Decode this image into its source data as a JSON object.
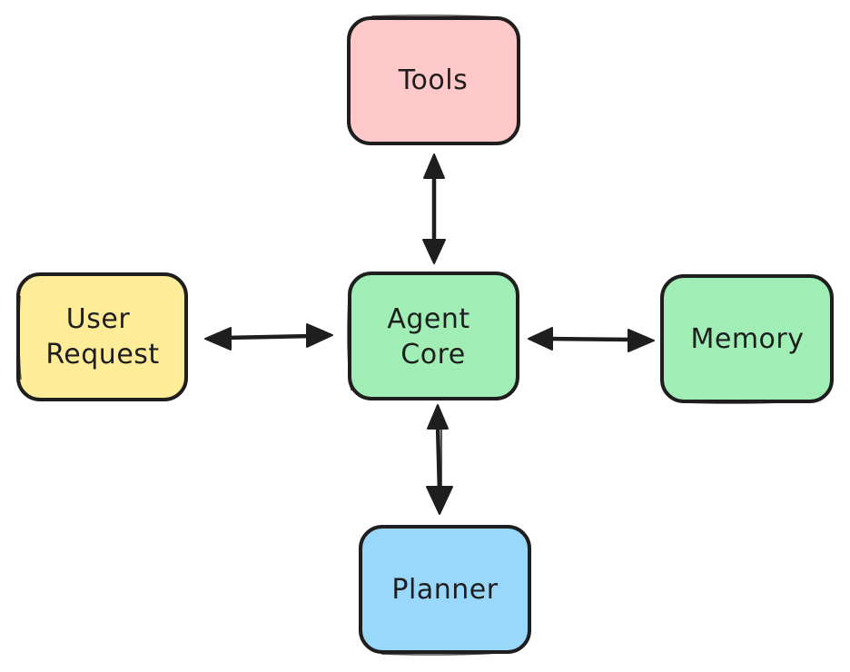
{
  "diagram": {
    "nodes": {
      "tools": {
        "lines": [
          "Tools"
        ],
        "color": "#ffc9c9"
      },
      "user_request": {
        "lines": [
          "User",
          "Request"
        ],
        "color": "#ffec99"
      },
      "agent_core": {
        "lines": [
          "Agent",
          "Core"
        ],
        "color": "#a0eeb6"
      },
      "memory": {
        "lines": [
          "Memory"
        ],
        "color": "#a0eeb6"
      },
      "planner": {
        "lines": [
          "Planner"
        ],
        "color": "#9ad8fb"
      }
    },
    "edges": [
      {
        "from": "agent_core",
        "to": "tools",
        "direction": "bidirectional"
      },
      {
        "from": "user_request",
        "to": "agent_core",
        "direction": "bidirectional"
      },
      {
        "from": "agent_core",
        "to": "memory",
        "direction": "bidirectional"
      },
      {
        "from": "agent_core",
        "to": "planner",
        "direction": "bidirectional"
      }
    ]
  }
}
